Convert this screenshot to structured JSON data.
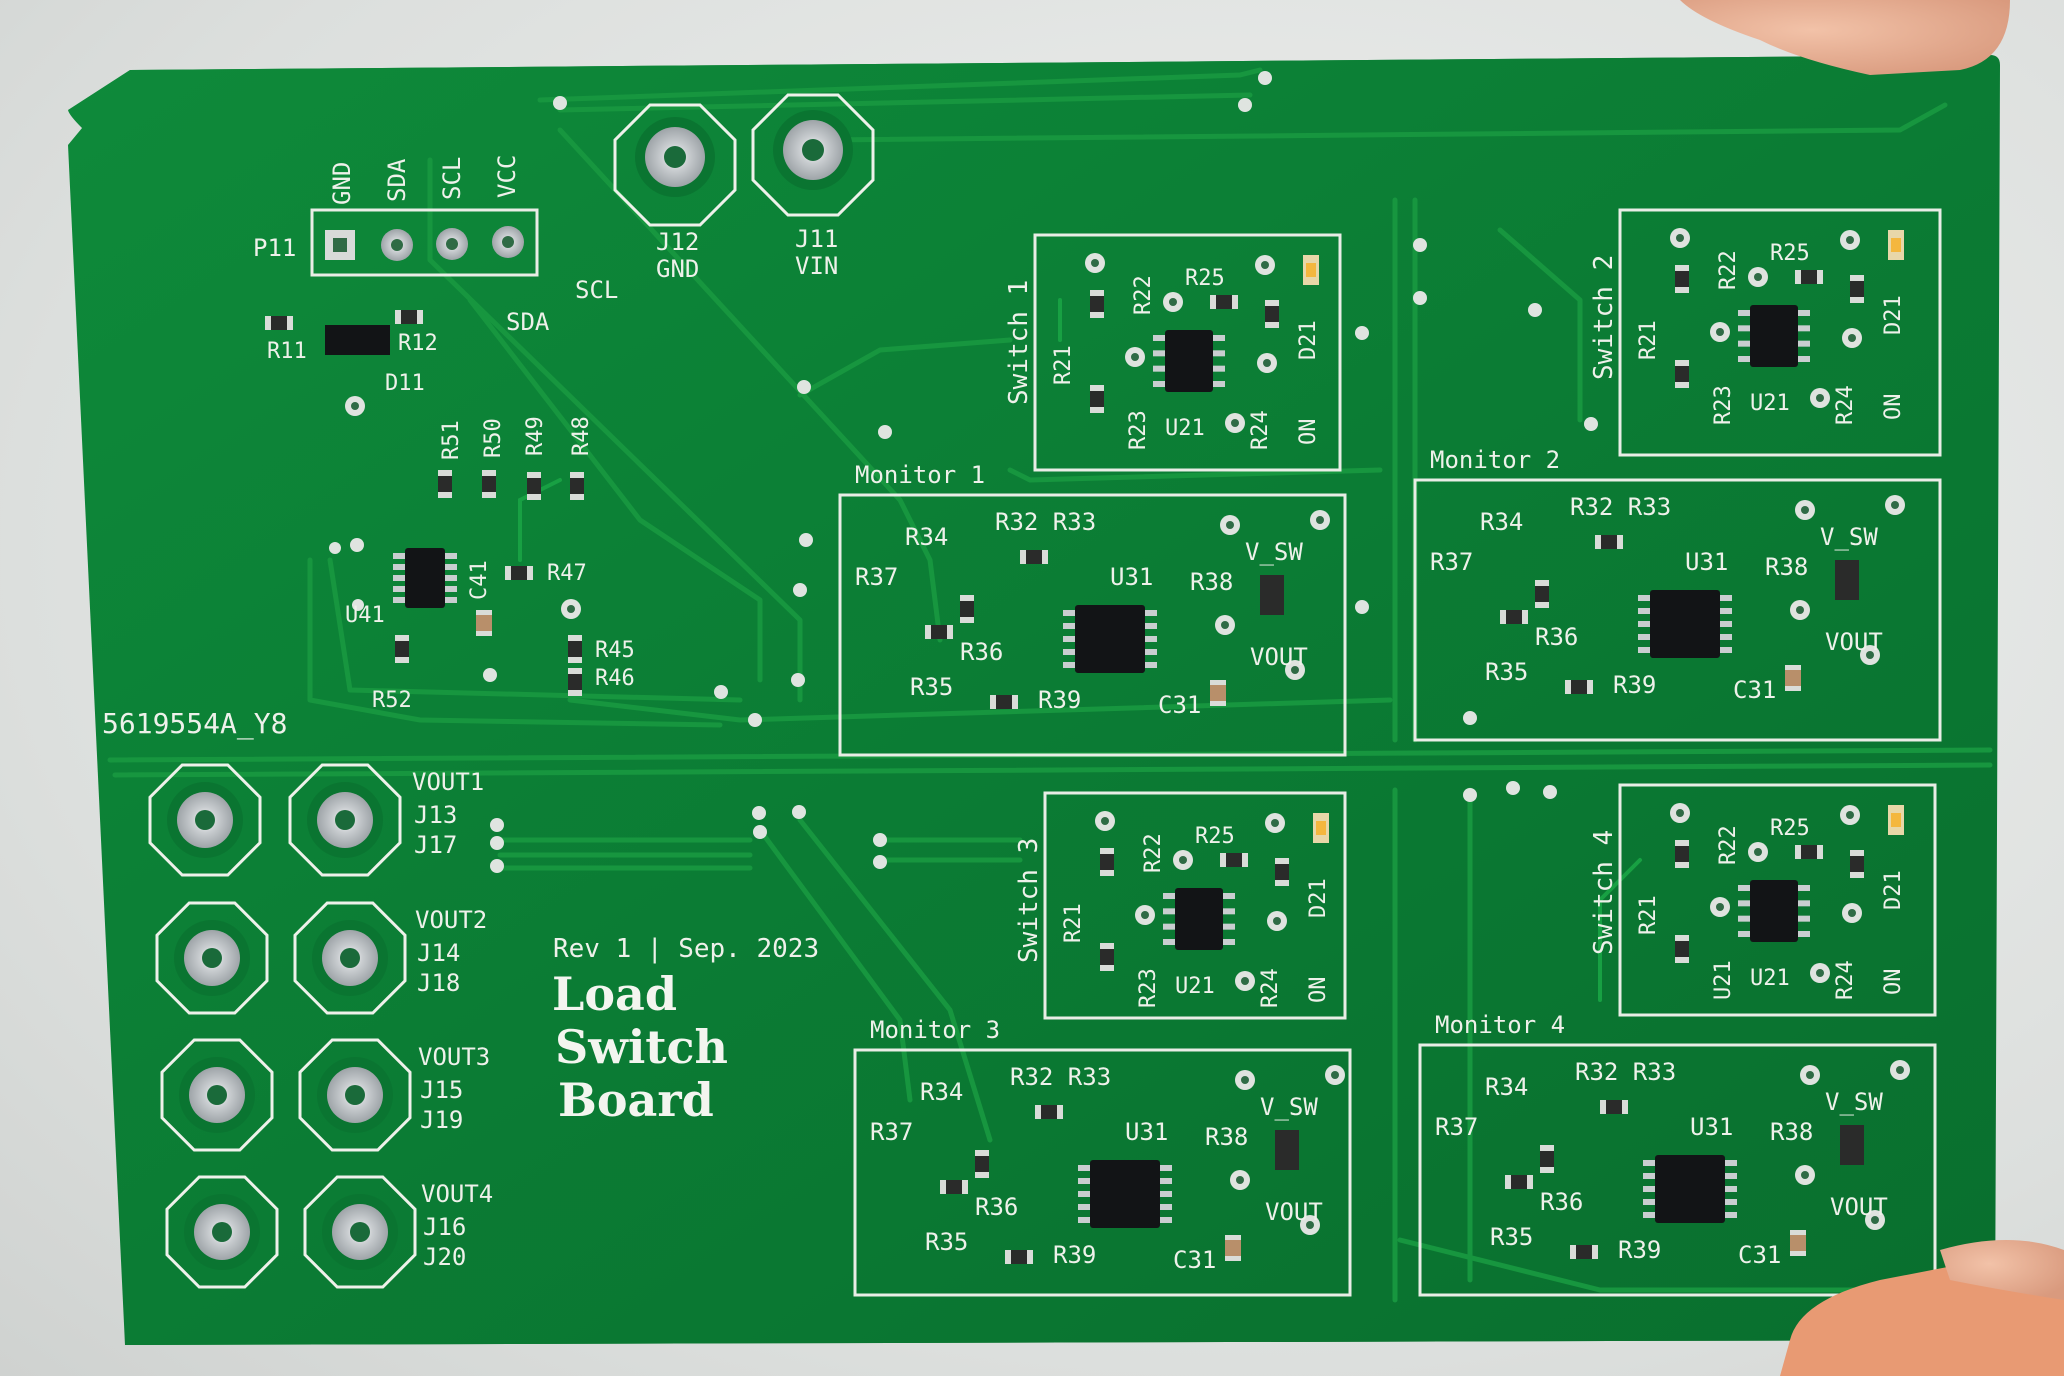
{
  "board": {
    "rev_line": "Rev 1 | Sep. 2023",
    "title_line1": "Load",
    "title_line2": "Switch",
    "title_line3": "Board",
    "serial": "5619554A_Y8",
    "soldermask_color": "#0b7a34",
    "silkscreen_color": "#f2f4ee"
  },
  "header": {
    "ref": "P11",
    "pins": [
      "GND",
      "SDA",
      "SCL",
      "VCC"
    ],
    "scl_label": "SCL",
    "sda_label": "SDA"
  },
  "power": {
    "j12": "J12",
    "j12_net": "GND",
    "j11": "J11",
    "j11_net": "VIN"
  },
  "misc_refs": {
    "r11": "R11",
    "r12": "R12",
    "d11": "D11",
    "r51": "R51",
    "r50": "R50",
    "r49": "R49",
    "r48": "R48",
    "r47": "R47",
    "c41": "C41",
    "u41": "U41",
    "r45": "R45",
    "r46": "R46",
    "r52": "R52"
  },
  "outputs": [
    {
      "net": "VOUT1",
      "a": "J13",
      "b": "J17"
    },
    {
      "net": "VOUT2",
      "a": "J14",
      "b": "J18"
    },
    {
      "net": "VOUT3",
      "a": "J15",
      "b": "J19"
    },
    {
      "net": "VOUT4",
      "a": "J16",
      "b": "J20"
    }
  ],
  "switches": [
    {
      "title": "Switch 1",
      "r21": "R21",
      "r22": "R22",
      "r23": "R23",
      "r24": "R24",
      "r25": "R25",
      "u21": "U21",
      "d21": "D21",
      "on": "ON"
    },
    {
      "title": "Switch 2",
      "r21": "R21",
      "r22": "R22",
      "r23": "R23",
      "r24": "R24",
      "r25": "R25",
      "u21": "U21",
      "d21": "D21",
      "on": "ON"
    },
    {
      "title": "Switch 3",
      "r21": "R21",
      "r22": "R22",
      "r23": "R23",
      "r24": "R24",
      "r25": "R25",
      "u21": "U21",
      "d21": "D21",
      "on": "ON"
    },
    {
      "title": "Switch 4",
      "r21": "R21",
      "r22": "R22",
      "r23": "U21",
      "r24": "R24",
      "r25": "R25",
      "u21": "U21",
      "d21": "D21",
      "on": "ON"
    }
  ],
  "monitors": [
    {
      "title": "Monitor 1",
      "r32r33": "R32 R33",
      "r34": "R34",
      "r35": "R35",
      "r36": "R36",
      "r37": "R37",
      "r38": "R38",
      "r39": "R39",
      "u31": "U31",
      "c31": "C31",
      "vsw": "V_SW",
      "vout": "VOUT"
    },
    {
      "title": "Monitor 2",
      "r32r33": "R32 R33",
      "r34": "R34",
      "r35": "R35",
      "r36": "R36",
      "r37": "R37",
      "r38": "R38",
      "r39": "R39",
      "u31": "U31",
      "c31": "C31",
      "vsw": "V_SW",
      "vout": "VOUT"
    },
    {
      "title": "Monitor 3",
      "r32r33": "R32 R33",
      "r34": "R34",
      "r35": "R35",
      "r36": "R36",
      "r37": "R37",
      "r38": "R38",
      "r39": "R39",
      "u31": "U31",
      "c31": "C31",
      "vsw": "V_SW",
      "vout": "VOUT"
    },
    {
      "title": "Monitor 4",
      "r32r33": "R32 R33",
      "r34": "R34",
      "r35": "R35",
      "r36": "R36",
      "r37": "R37",
      "r38": "R38",
      "r39": "R39",
      "u31": "U31",
      "c31": "C31",
      "vsw": "V_SW",
      "vout": "VOUT"
    }
  ]
}
